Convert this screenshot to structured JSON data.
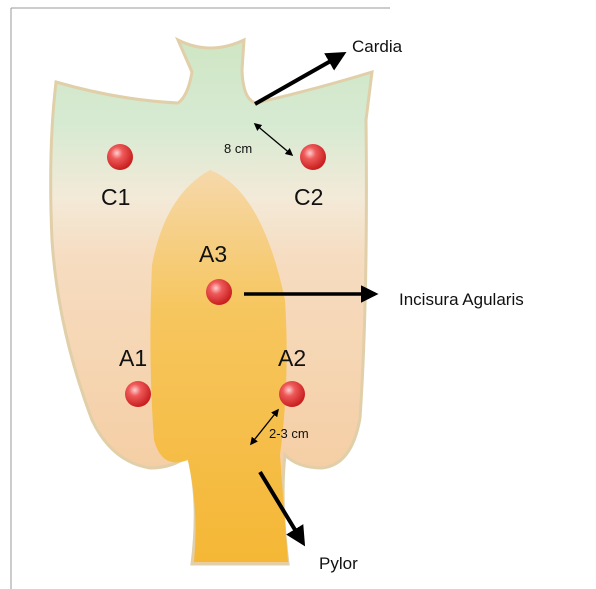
{
  "labels": {
    "cardia": "Cardia",
    "incisura": "Incisura Agularis",
    "pylor": "Pylor"
  },
  "points": {
    "c1": "C1",
    "c2": "C2",
    "a1": "A1",
    "a2": "A2",
    "a3": "A3"
  },
  "measurements": {
    "top_distance": "8 cm",
    "bottom_distance": "2-3 cm"
  },
  "colors": {
    "stomach_outline": "#e0cfa8",
    "stomach_base": "#f2c98d",
    "stomach_top": "#cfe6c4",
    "antrum": "#f5b832",
    "marker": "#e23a3a",
    "arrow": "#000000"
  }
}
